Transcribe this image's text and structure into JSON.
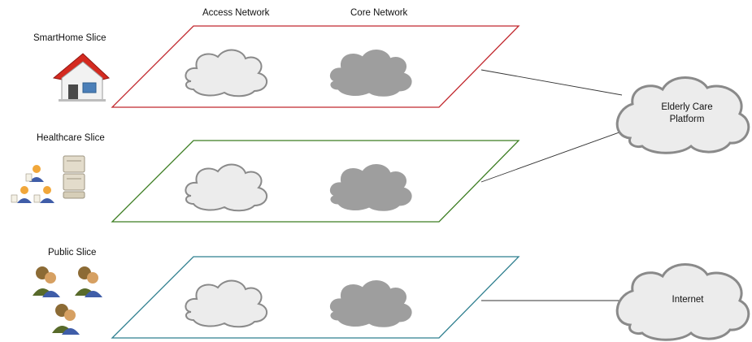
{
  "header": {
    "access_network": "Access Network",
    "core_network": "Core Network"
  },
  "slices": [
    {
      "label": "SmartHome Slice",
      "color": "#c1272d",
      "icon": "house-icon"
    },
    {
      "label": "Healthcare Slice",
      "color": "#3c7d22",
      "icon": "patients-server-icon"
    },
    {
      "label": "Public Slice",
      "color": "#2f7f8f",
      "icon": "people-group-icon"
    }
  ],
  "external": {
    "elderly_care": {
      "line1": "Elderly Care",
      "line2": "Platform"
    },
    "internet": "Internet"
  },
  "colors": {
    "access_cloud_fill": "#ececec",
    "access_cloud_stroke": "#8a8a8a",
    "core_cloud_fill": "#9e9e9e",
    "connector_line": "#333333"
  }
}
